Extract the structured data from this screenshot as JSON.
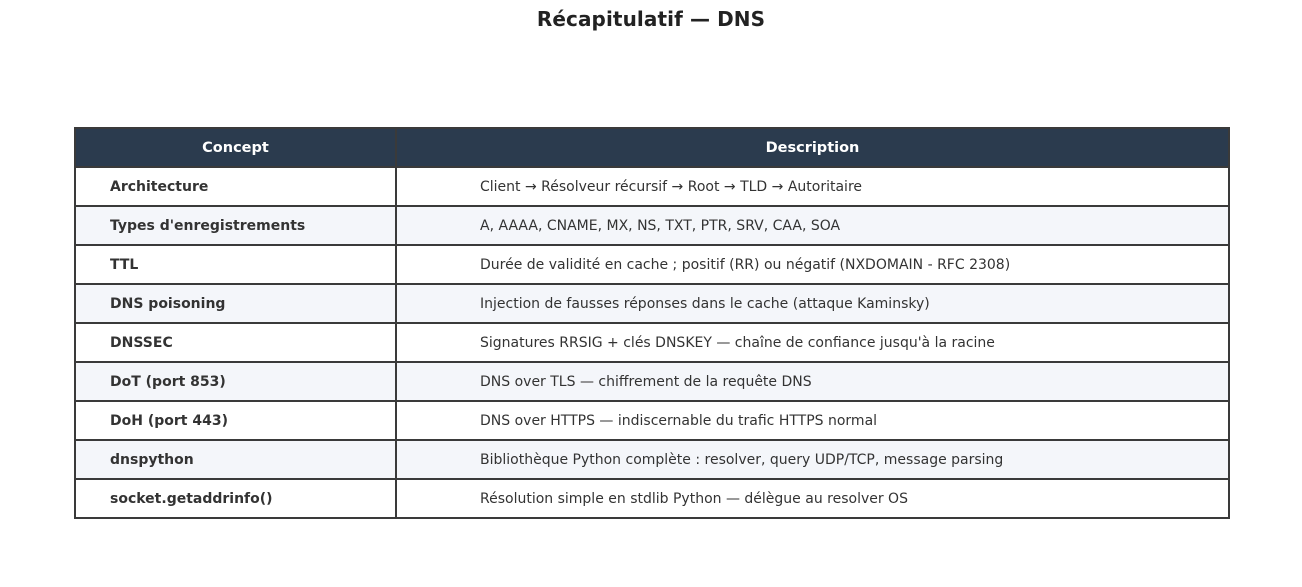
{
  "page": {
    "title": "Récapitulatif — DNS",
    "background_color": "#ffffff"
  },
  "colors": {
    "header_bg": "#2b3b4e",
    "header_text": "#ffffff",
    "row_odd_bg": "#ffffff",
    "row_even_bg": "#f4f6fa",
    "border": "#3a3a3a",
    "concept_text": "#2b3b4e",
    "description_text": "#333333",
    "title_text": "#222222"
  },
  "table": {
    "columns": [
      "Concept",
      "Description"
    ],
    "rows": [
      {
        "concept": "Architecture",
        "description": "Client → Résolveur récursif → Root → TLD → Autoritaire"
      },
      {
        "concept": "Types d'enregistrements",
        "description": "A, AAAA, CNAME, MX, NS, TXT, PTR, SRV, CAA, SOA"
      },
      {
        "concept": "TTL",
        "description": "Durée de validité en cache ; positif (RR) ou négatif (NXDOMAIN - RFC 2308)"
      },
      {
        "concept": "DNS poisoning",
        "description": "Injection de fausses réponses dans le cache (attaque Kaminsky)"
      },
      {
        "concept": "DNSSEC",
        "description": "Signatures RRSIG + clés DNSKEY — chaîne de confiance jusqu'à la racine"
      },
      {
        "concept": "DoT (port 853)",
        "description": "DNS over TLS — chiffrement de la requête DNS"
      },
      {
        "concept": "DoH (port 443)",
        "description": "DNS over HTTPS — indiscernable du trafic HTTPS normal"
      },
      {
        "concept": "dnspython",
        "description": "Bibliothèque Python complète : resolver, query UDP/TCP, message parsing"
      },
      {
        "concept": "socket.getaddrinfo()",
        "description": "Résolution simple en stdlib Python — délègue au resolver OS"
      }
    ]
  }
}
